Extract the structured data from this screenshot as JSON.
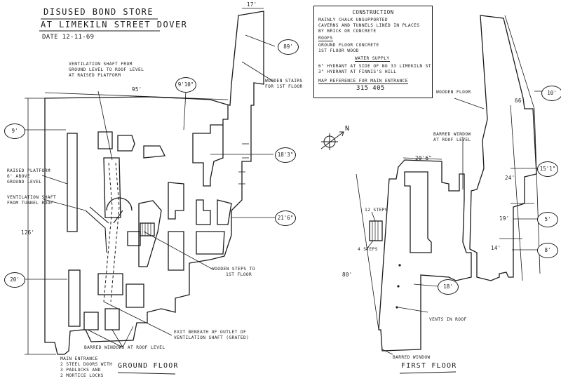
{
  "title": {
    "line1": "Disused Bond Store",
    "line2": "at Limekiln Street Dover",
    "date": "Date 12-11-69"
  },
  "construction_box": {
    "heading": "Construction",
    "lines": [
      "Mainly chalk unsupported",
      "caverns and tunnels lined in places",
      "by brick or concrete"
    ],
    "roofs_label": "Roofs",
    "roof_lines": [
      "Ground floor concrete",
      "1st floor wood"
    ],
    "water_heading": "Water Supply",
    "water_lines": [
      "6\" hydrant at side of No 33 Limekiln St",
      "3\" hydrant at Finnis's Hill"
    ],
    "map_ref_label": "Map reference for main entrance",
    "map_ref_value": "315 405"
  },
  "ground_floor": {
    "label": "Ground Floor",
    "dims": {
      "top_width": "17'",
      "main_width": "95'",
      "length": "126'",
      "circle_left_top": "9'",
      "circle_left_bottom": "20'",
      "circle_top_right": "89'",
      "circle_center": "9'10\"",
      "circle_right_1": "18'3\"",
      "circle_right_2": "21'6\""
    },
    "notes": {
      "vent_shaft": [
        "Ventilation shaft from",
        "ground level to roof level",
        "at raised platform"
      ],
      "wooden_stairs_upper": [
        "Wooden stairs",
        "for 1st floor"
      ],
      "raised_platform": [
        "Raised platform",
        "6' above",
        "ground level"
      ],
      "vent_shaft_tunnel": [
        "Ventilation shaft",
        "from tunnel roof"
      ],
      "wooden_steps": [
        "Wooden steps to",
        "1st floor"
      ],
      "exit": [
        "Exit beneath of outlet of",
        "ventilation shaft (grated)"
      ],
      "barred": "Barred windows at roof level",
      "entrance": [
        "Main entrance",
        "2 steel doors with",
        "3 padlocks and",
        "2 mortice locks"
      ]
    }
  },
  "first_floor": {
    "label": "First Floor",
    "north": "N",
    "dims": {
      "top_width": "20'6\"",
      "length": "80'",
      "right_1": "66'",
      "right_2": "24'",
      "right_3": "19'",
      "right_4": "14'",
      "circle_10": "10'",
      "circle_15": "15'1\"",
      "circle_5": "5'",
      "circle_8": "8'",
      "circle_18": "18'"
    },
    "notes": {
      "wooden_floor": "Wooden floor",
      "barred_window_roof": [
        "Barred window",
        "at roof level"
      ],
      "steps_12": "12 steps",
      "steps_4": "4 steps",
      "vents": "Vents in roof",
      "barred_window": "Barred window"
    }
  }
}
